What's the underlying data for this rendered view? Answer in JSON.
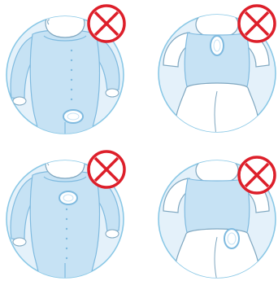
{
  "colors": {
    "circle_fill": "#e4f1fa",
    "circle_stroke": "#8ac8e6",
    "garment_fill": "#c6e2f4",
    "garment_stroke": "#7fbadf",
    "skin": "#ffffff",
    "outline": "#7fa7c0",
    "cross_red": "#dd1f2a"
  },
  "panels": [
    {
      "view": "front-sleeper",
      "marker": "belly-button-oval",
      "status": "incorrect"
    },
    {
      "view": "back-vest",
      "marker": "upper-back-oval",
      "status": "incorrect"
    },
    {
      "view": "front-sleeper",
      "marker": "chest-oval",
      "status": "incorrect"
    },
    {
      "view": "back-vest",
      "marker": "side-hip-oval",
      "status": "incorrect"
    }
  ]
}
